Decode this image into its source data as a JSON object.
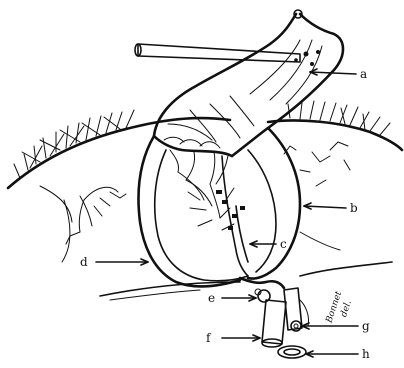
{
  "labels": {
    "a": "a",
    "b": "b",
    "c": "c",
    "d": "d",
    "e": "e",
    "f": "f",
    "g": "g",
    "h": "h"
  },
  "signature": {
    "name": "Bonnet",
    "suffix": "del."
  },
  "colors": {
    "ink": "#111111",
    "paper": "#ffffff"
  }
}
